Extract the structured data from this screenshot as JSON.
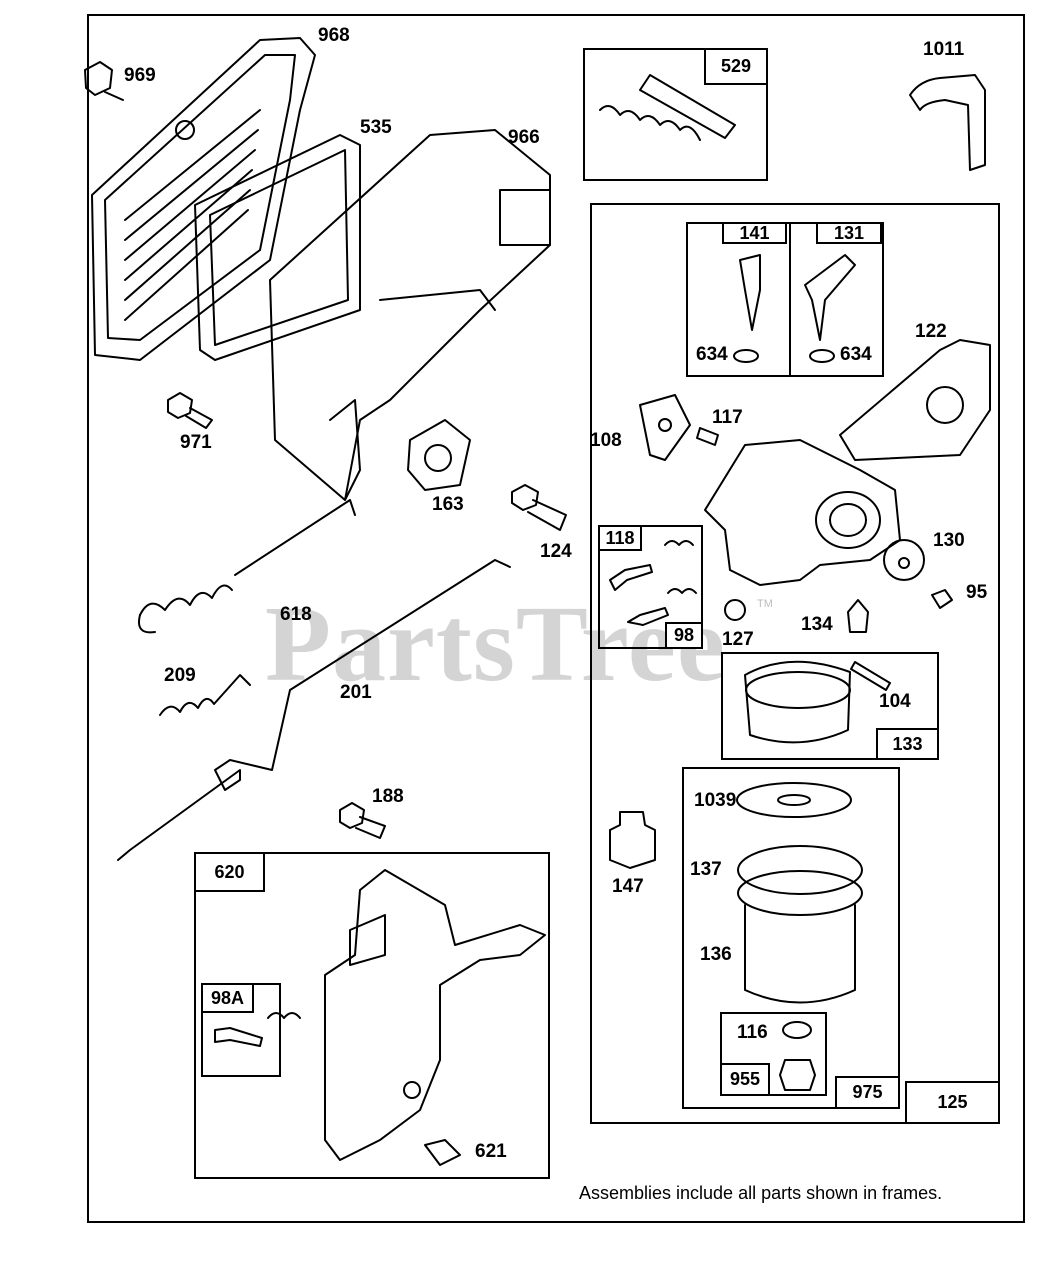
{
  "watermark": {
    "text": "PartsTree",
    "tm": "TM"
  },
  "footnote": "Assemblies include all parts shown in frames.",
  "part_labels": {
    "p968": "968",
    "p969": "969",
    "p535": "535",
    "p966": "966",
    "p971": "971",
    "p163": "163",
    "p124": "124",
    "p618": "618",
    "p209": "209",
    "p201": "201",
    "p188": "188",
    "p621": "621",
    "p1011": "1011",
    "p634a": "634",
    "p634b": "634",
    "p122": "122",
    "p108": "108",
    "p117": "117",
    "p130": "130",
    "p95": "95",
    "p134": "134",
    "p127": "127",
    "p104": "104",
    "p1039": "1039",
    "p147": "147",
    "p137": "137",
    "p136": "136",
    "p116": "116"
  },
  "frame_labels": {
    "f529": "529",
    "f141": "141",
    "f131": "131",
    "f118": "118",
    "f98": "98",
    "f133": "133",
    "f620": "620",
    "f98A": "98A",
    "f955": "955",
    "f975": "975",
    "f125": "125"
  }
}
